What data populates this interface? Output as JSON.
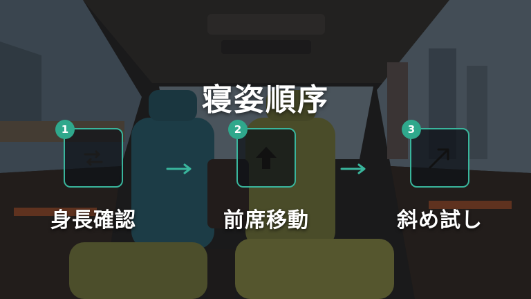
{
  "title": "寝姿順序",
  "steps": [
    {
      "number": "1",
      "label": "身長確認",
      "icon": "swap-arrows-icon"
    },
    {
      "number": "2",
      "label": "前席移動",
      "icon": "up-arrow-icon"
    },
    {
      "number": "3",
      "label": "斜め試し",
      "icon": "diagonal-arrow-icon"
    }
  ],
  "colors": {
    "accent": "#39b59c",
    "badge": "#2fa88c",
    "title_text": "#ffffff",
    "box_fill": "#0e1218"
  }
}
